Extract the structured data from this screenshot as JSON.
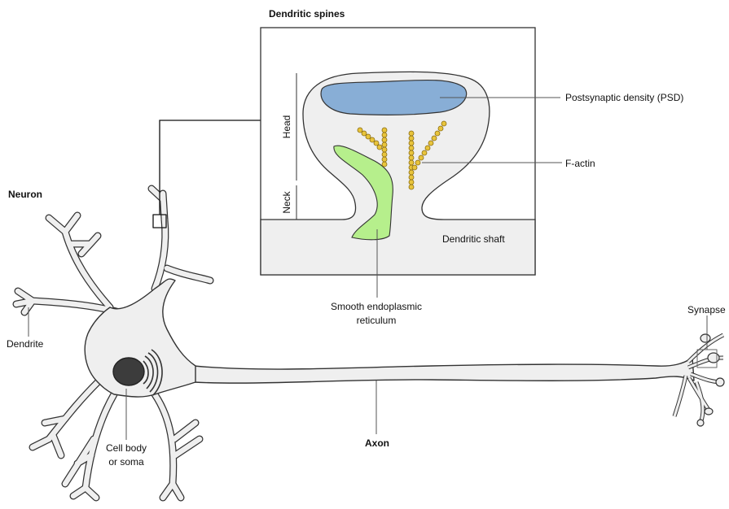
{
  "titles": {
    "inset": "Dendritic spines",
    "neuron": "Neuron",
    "axon": "Axon"
  },
  "labels": {
    "psd": "Postsynaptic density (PSD)",
    "f_actin": "F-actin",
    "dendritic_shaft": "Dendritic shaft",
    "ser_line1": "Smooth endoplasmic",
    "ser_line2": "reticulum",
    "head": "Head",
    "neck": "Neck",
    "synapse": "Synapse",
    "dendrite": "Dendrite",
    "soma_line1": "Cell body",
    "soma_line2": "or soma"
  },
  "colors": {
    "psd": "#88aed6",
    "ser": "#b6ef8c",
    "actin": "#e8c43c",
    "cell": "#efefef",
    "outline": "#333333",
    "nucleus": "#3c3c3c"
  }
}
